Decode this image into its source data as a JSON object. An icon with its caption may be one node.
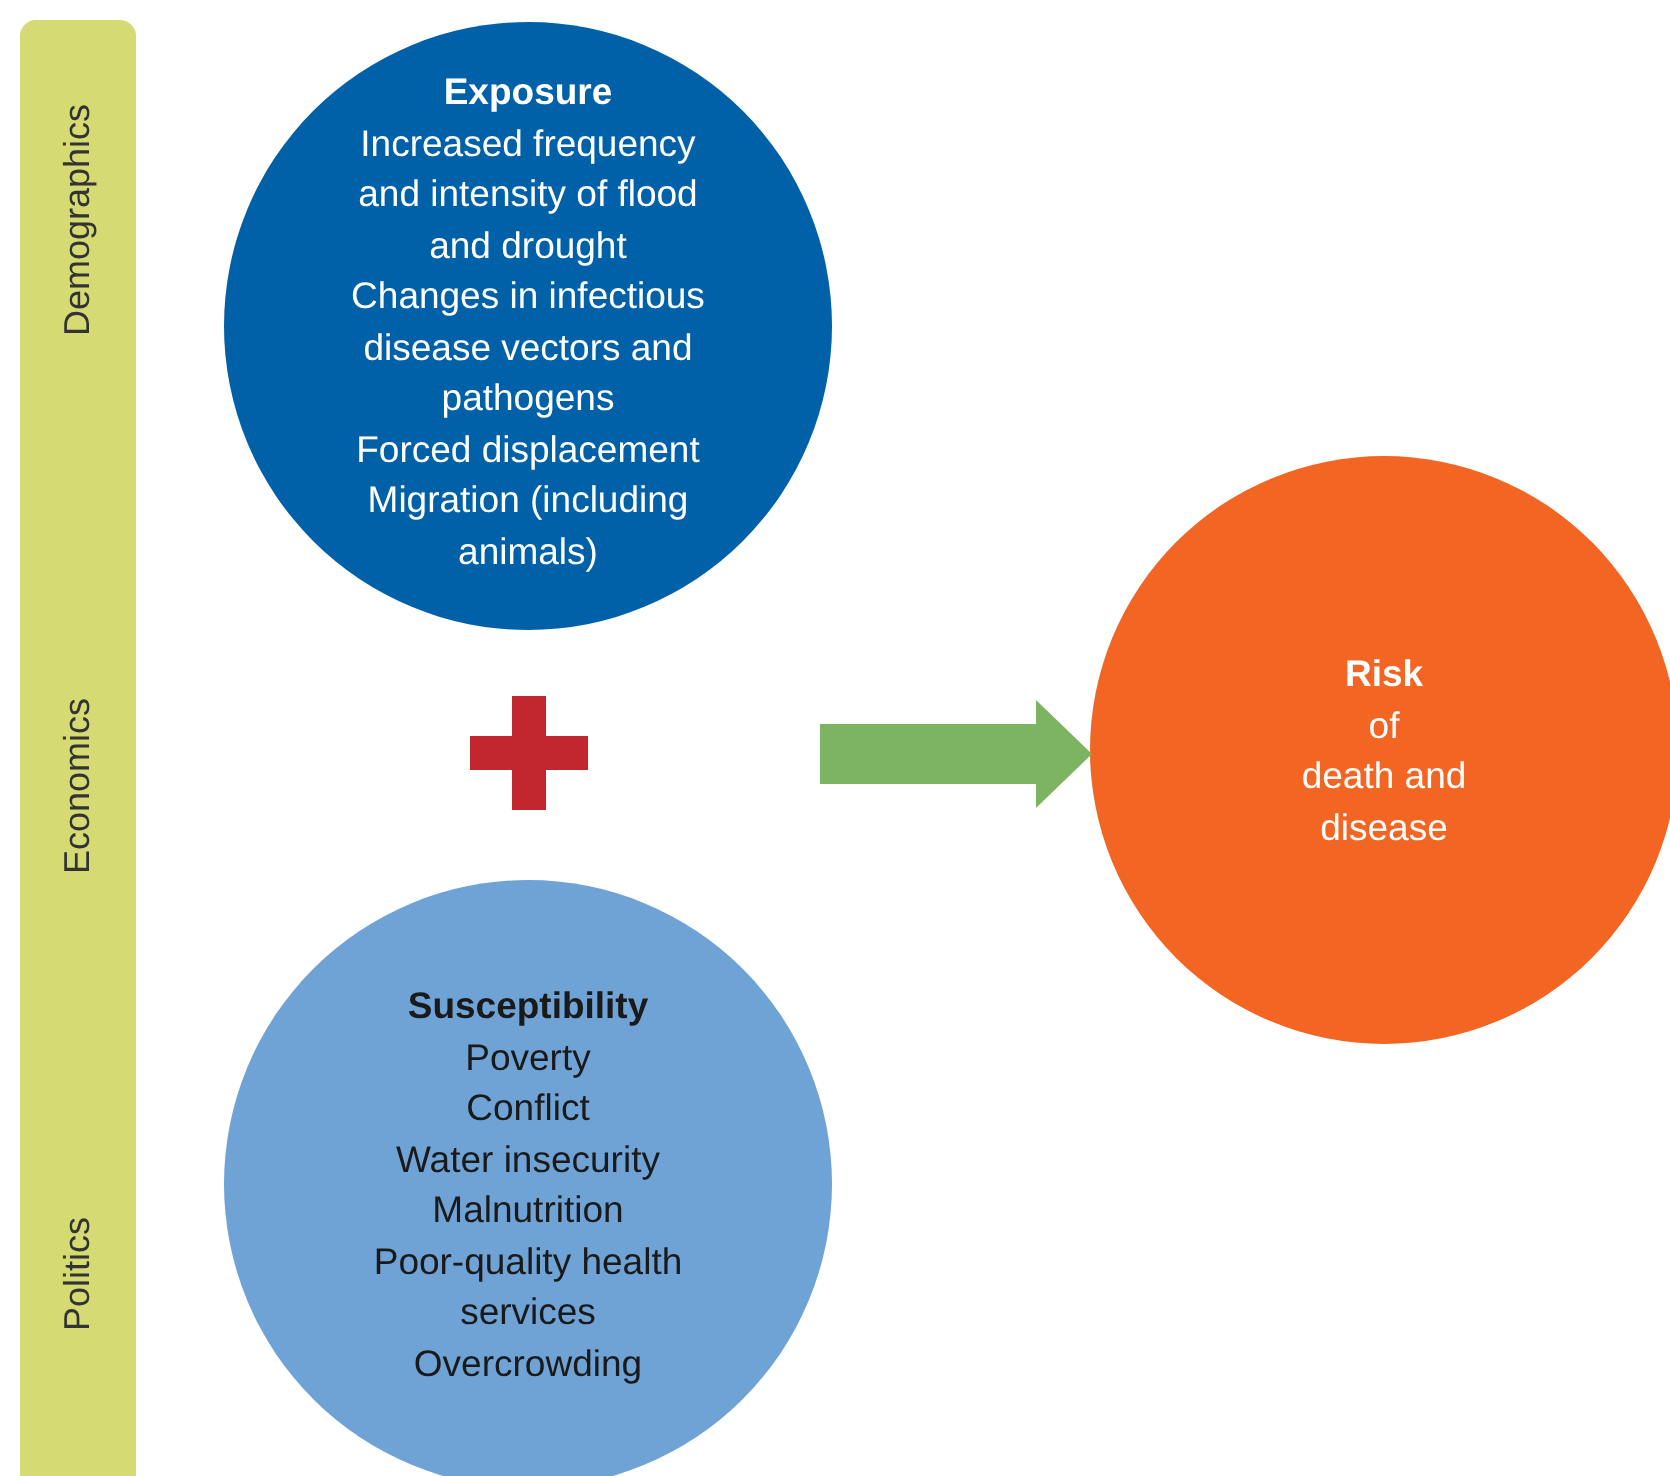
{
  "diagram": {
    "nodes": [
      {
        "text": [
          "Demographics",
          "Economics",
          "Politics"
        ]
      },
      {
        "text": [
          "Exposure",
          "Increased frequency and intensity of flood and drought",
          "Changes in infectious disease vectors and pathogens",
          "Forced displacement",
          "Migration (including animals)"
        ]
      },
      {
        "text": [
          "Susceptibility",
          "Poverty",
          "Conflict",
          "Water insecurity",
          "Malnutrition",
          "Poor-quality health services",
          "Overcrowding"
        ]
      },
      {
        "text": [
          "Risk",
          "of",
          "death and disease"
        ]
      }
    ],
    "edges": [
      {
        "from": null,
        "to": 3,
        "arrow": "to",
        "style": "thick",
        "color": "#7db462"
      }
    ]
  }
}
